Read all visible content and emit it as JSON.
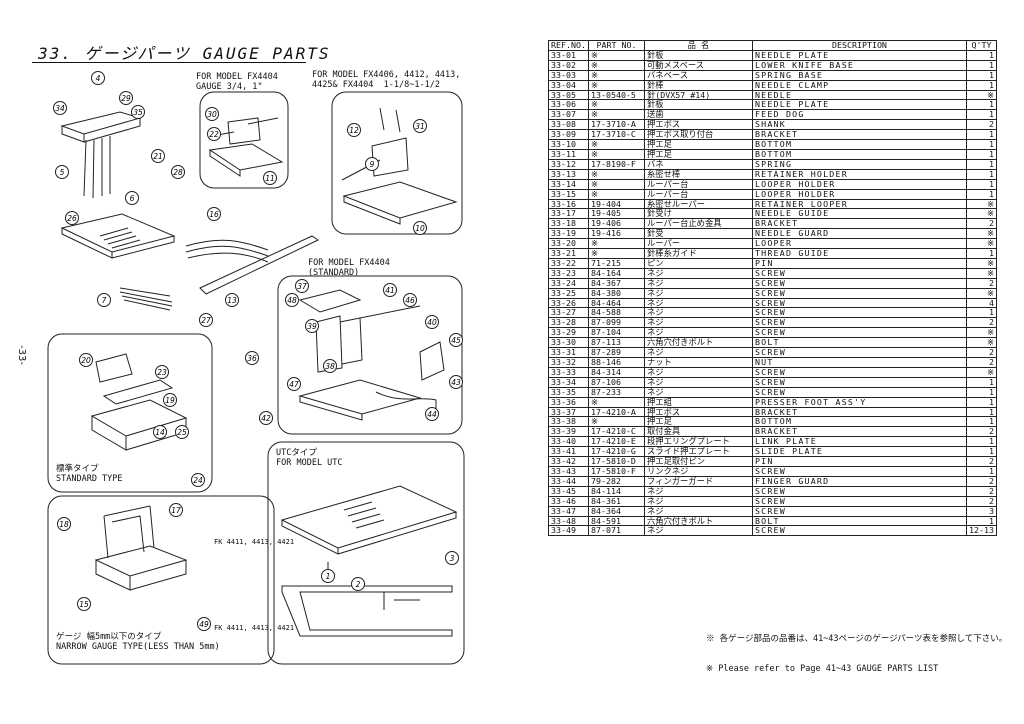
{
  "title": "33. ゲージパーツ GAUGE PARTS",
  "page_mark": "-33-",
  "labels": {
    "fx4404": "FOR MODEL FX4404\nGAUGE 3/4, 1\"",
    "fx4406": "FOR MODEL FX4406, 4412, 4413,\n4425& FX4404  1-1/8~1-1/2",
    "fx4404std": "FOR MODEL FX4404\n(STANDARD)",
    "standard": "標準タイプ\nSTANDARD TYPE",
    "utc": "UTCタイプ\nFOR MODEL UTC",
    "narrow": "ゲージ 幅5mm以下のタイプ\nNARROW GAUGE TYPE(LESS THAN 5mm)",
    "fk1": "FK 4411, 4413, 4421",
    "fk2": "FK 4411, 4413, 4421"
  },
  "callouts": [
    "1",
    "2",
    "3",
    "4",
    "5",
    "6",
    "7",
    "9",
    "10",
    "11",
    "12",
    "13",
    "14",
    "15",
    "16",
    "17",
    "18",
    "19",
    "20",
    "21",
    "22",
    "23",
    "24",
    "25",
    "26",
    "27",
    "28",
    "29",
    "30",
    "31",
    "34",
    "35",
    "36",
    "37",
    "38",
    "39",
    "40",
    "41",
    "42",
    "43",
    "44",
    "45",
    "46",
    "47",
    "48",
    "49"
  ],
  "table": {
    "headers": [
      "REF.NO.",
      "PART NO.",
      "品 名",
      "DESCRIPTION",
      "Q'TY"
    ],
    "rows": [
      [
        "33-01",
        "※",
        "針板",
        "NEEDLE PLATE",
        "1"
      ],
      [
        "33-02",
        "※",
        "可動メスベース",
        "LOWER KNIFE BASE",
        "1"
      ],
      [
        "33-03",
        "※",
        "バネベース",
        "SPRING BASE",
        "1"
      ],
      [
        "33-04",
        "※",
        "針棒",
        "NEEDLE CLAMP",
        "1"
      ],
      [
        "33-05",
        "13-0540-5",
        "針(DVX57 #14)",
        "NEEDLE",
        "※"
      ],
      [
        "33-06",
        "※",
        "針板",
        "NEEDLE PLATE",
        "1"
      ],
      [
        "33-07",
        "※",
        "送歯",
        "FEED DOG",
        "1"
      ],
      [
        "33-08",
        "17-3710-A",
        "押エボス",
        "SHANK",
        "2"
      ],
      [
        "33-09",
        "17-3710-C",
        "押エボス取り付台",
        "BRACKET",
        "1"
      ],
      [
        "33-10",
        "※",
        "押エ足",
        "BOTTOM",
        "1"
      ],
      [
        "33-11",
        "※",
        "押エ足",
        "BOTTOM",
        "1"
      ],
      [
        "33-12",
        "17-8190-F",
        "バネ",
        "SPRING",
        "1"
      ],
      [
        "33-13",
        "※",
        "糸密せ棒",
        "RETAINER HOLDER",
        "1"
      ],
      [
        "33-14",
        "※",
        "ルーパー台",
        "LOOPER HOLDER",
        "1"
      ],
      [
        "33-15",
        "※",
        "ルーパー台",
        "LOOPER HOLDER",
        "1"
      ],
      [
        "33-16",
        "19-404",
        "糸密せルーパー",
        "RETAINER LOOPER",
        "※"
      ],
      [
        "33-17",
        "19-405",
        "針受け",
        "NEEDLE GUIDE",
        "※"
      ],
      [
        "33-18",
        "19-406",
        "ルーパー台止め金具",
        "BRACKET",
        "2"
      ],
      [
        "33-19",
        "19-416",
        "針受",
        "NEEDLE GUARD",
        "※"
      ],
      [
        "33-20",
        "※",
        "ルーパー",
        "LOOPER",
        "※"
      ],
      [
        "33-21",
        "※",
        "針棒糸ガイド",
        "THREAD GUIDE",
        "1"
      ],
      [
        "33-22",
        "71-215",
        "ピン",
        "PIN",
        "※"
      ],
      [
        "33-23",
        "84-164",
        "ネジ",
        "SCREW",
        "※"
      ],
      [
        "33-24",
        "84-367",
        "ネジ",
        "SCREW",
        "2"
      ],
      [
        "33-25",
        "84-380",
        "ネジ",
        "SCREW",
        "※"
      ],
      [
        "33-26",
        "84-464",
        "ネジ",
        "SCREW",
        "4"
      ],
      [
        "33-27",
        "84-588",
        "ネジ",
        "SCREW",
        "1"
      ],
      [
        "33-28",
        "87-099",
        "ネジ",
        "SCREW",
        "2"
      ],
      [
        "33-29",
        "87-104",
        "ネジ",
        "SCREW",
        "※"
      ],
      [
        "33-30",
        "87-113",
        "六角穴付きボルト",
        "BOLT",
        "※"
      ],
      [
        "33-31",
        "87-289",
        "ネジ",
        "SCREW",
        "2"
      ],
      [
        "33-32",
        "88-146",
        "ナット",
        "NUT",
        "2"
      ],
      [
        "33-33",
        "84-314",
        "ネジ",
        "SCREW",
        "※"
      ],
      [
        "33-34",
        "87-106",
        "ネジ",
        "SCREW",
        "1"
      ],
      [
        "33-35",
        "87-233",
        "ネジ",
        "SCREW",
        "1"
      ],
      [
        "33-36",
        "※",
        "押エ組",
        "PRESSER FOOT ASS'Y",
        "1"
      ],
      [
        "33-37",
        "17-4210-A",
        "押エボス",
        "BRACKET",
        "1"
      ],
      [
        "33-38",
        "※",
        "押エ足",
        "BOTTOM",
        "1"
      ],
      [
        "33-39",
        "17-4210-C",
        "取付金具",
        "BRACKET",
        "2"
      ],
      [
        "33-40",
        "17-4210-E",
        "段押エリングプレート",
        "LINK PLATE",
        "1"
      ],
      [
        "33-41",
        "17-4210-G",
        "スライド押エプレート",
        "SLIDE PLATE",
        "1"
      ],
      [
        "33-42",
        "17-5810-D",
        "押エ足取付ピン",
        "PIN",
        "2"
      ],
      [
        "33-43",
        "17-5810-F",
        "リンクネジ",
        "SCREW",
        "1"
      ],
      [
        "33-44",
        "79-282",
        "フィンガーガード",
        "FINGER GUARD",
        "2"
      ],
      [
        "33-45",
        "84-114",
        "ネジ",
        "SCREW",
        "2"
      ],
      [
        "33-46",
        "84-361",
        "ネジ",
        "SCREW",
        "2"
      ],
      [
        "33-47",
        "84-364",
        "ネジ",
        "SCREW",
        "3"
      ],
      [
        "33-48",
        "84-591",
        "六角穴付きボルト",
        "BOLT",
        "1"
      ],
      [
        "33-49",
        "87-071",
        "ネジ",
        "SCREW",
        "12-13"
      ]
    ]
  },
  "notes": [
    "※ 各ゲージ部品の品番は、41~43ページのゲージパーツ表を参照して下さい。",
    "※ Please refer to Page 41~43 GAUGE PARTS LIST"
  ]
}
